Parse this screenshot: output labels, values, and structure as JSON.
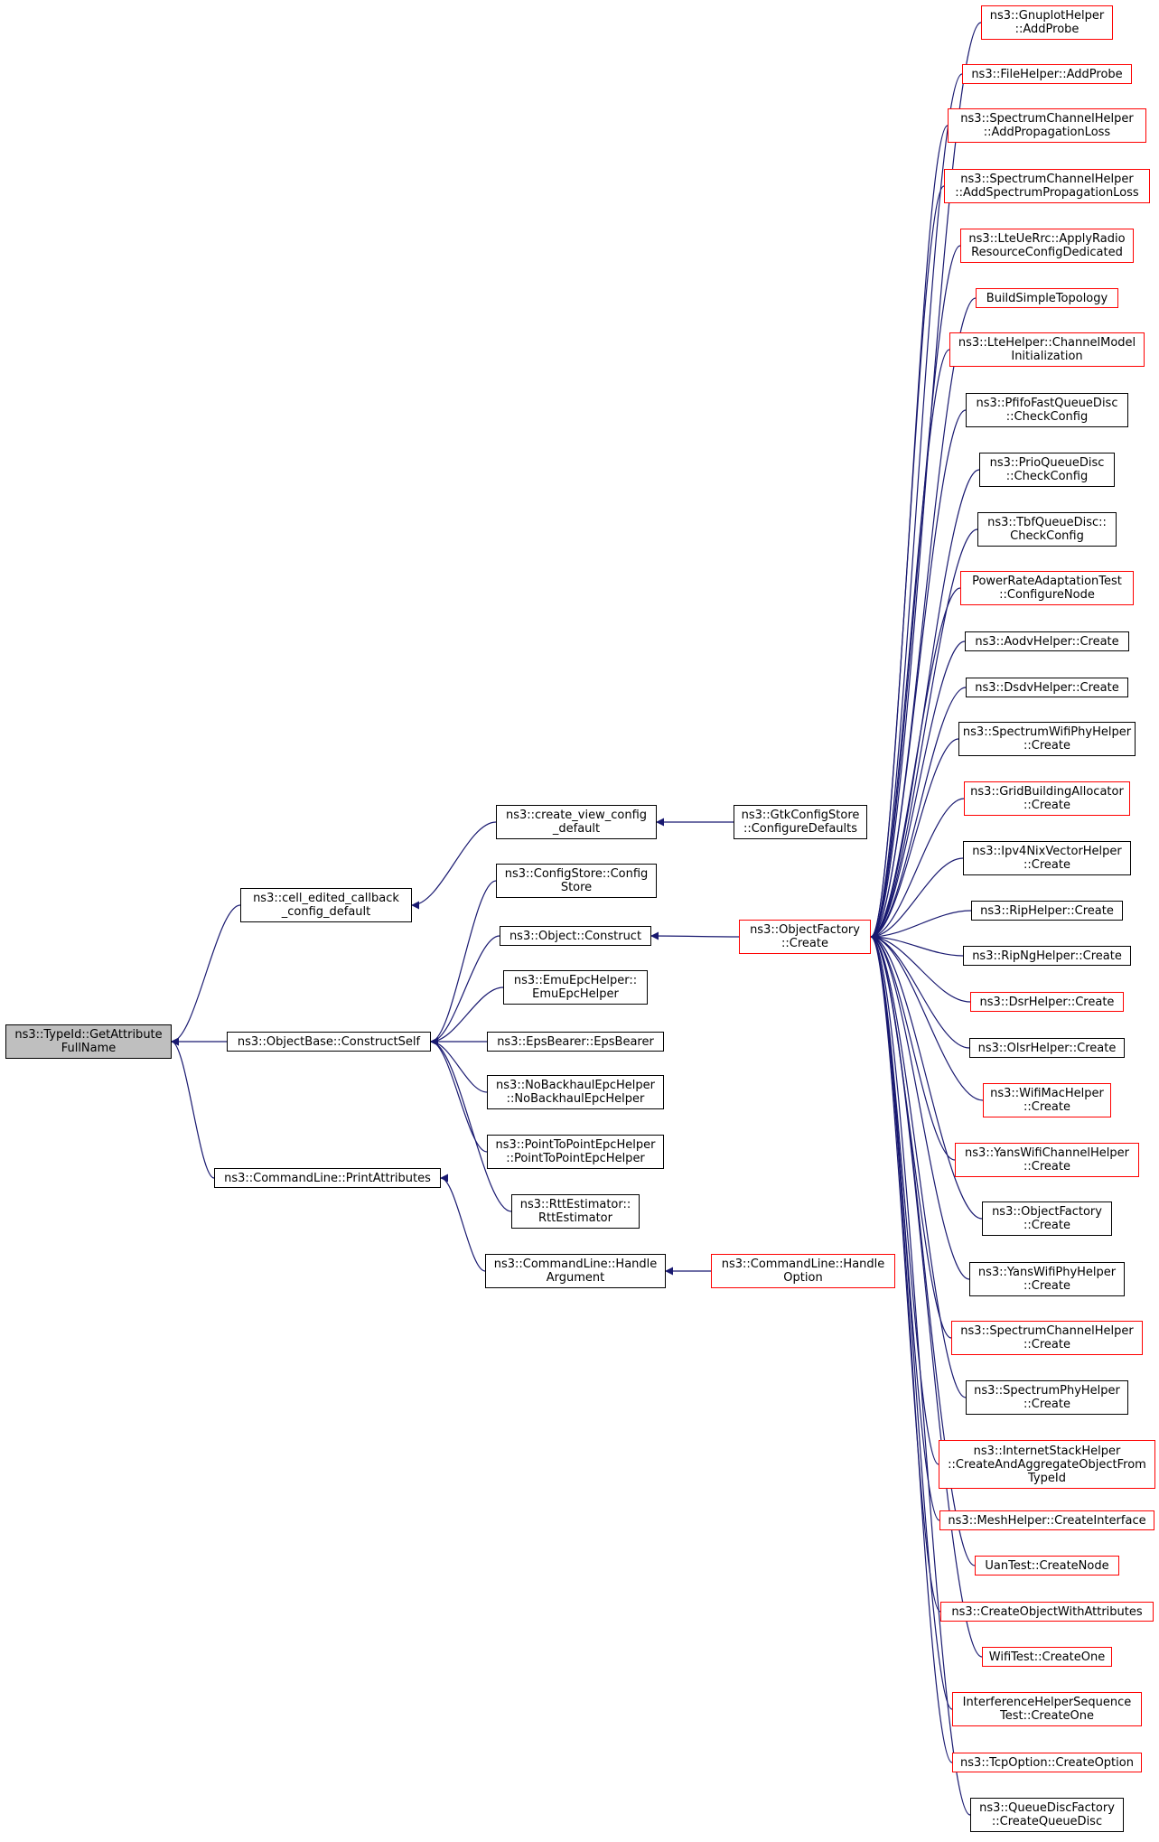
{
  "colors": {
    "edge": "#191970",
    "border_default": "#000000",
    "border_truncated": "#ff0000",
    "root_fill": "#bfbfbf"
  },
  "nodes": [
    {
      "id": "root",
      "lines": [
        "ns3::TypeId::GetAttribute",
        "FullName"
      ],
      "style": "root"
    },
    {
      "id": "cell_edited",
      "lines": [
        "ns3::cell_edited_callback",
        "_config_default"
      ],
      "style": "black"
    },
    {
      "id": "constructself",
      "lines": [
        "ns3::ObjectBase::ConstructSelf"
      ],
      "style": "black"
    },
    {
      "id": "printattributes",
      "lines": [
        "ns3::CommandLine::PrintAttributes"
      ],
      "style": "black"
    },
    {
      "id": "create_view",
      "lines": [
        "ns3::create_view_config",
        "_default"
      ],
      "style": "black"
    },
    {
      "id": "configstore",
      "lines": [
        "ns3::ConfigStore::Config",
        "Store"
      ],
      "style": "black"
    },
    {
      "id": "object_construct",
      "lines": [
        "ns3::Object::Construct"
      ],
      "style": "black"
    },
    {
      "id": "emuepc",
      "lines": [
        "ns3::EmuEpcHelper::",
        "EmuEpcHelper"
      ],
      "style": "black"
    },
    {
      "id": "epsbearer",
      "lines": [
        "ns3::EpsBearer::EpsBearer"
      ],
      "style": "black"
    },
    {
      "id": "nobackhaul",
      "lines": [
        "ns3::NoBackhaulEpcHelper",
        "::NoBackhaulEpcHelper"
      ],
      "style": "black"
    },
    {
      "id": "p2pepc",
      "lines": [
        "ns3::PointToPointEpcHelper",
        "::PointToPointEpcHelper"
      ],
      "style": "black"
    },
    {
      "id": "rttestimator",
      "lines": [
        "ns3::RttEstimator::",
        "RttEstimator"
      ],
      "style": "black"
    },
    {
      "id": "handleargument",
      "lines": [
        "ns3::CommandLine::Handle",
        "Argument"
      ],
      "style": "black"
    },
    {
      "id": "gtkconfig",
      "lines": [
        "ns3::GtkConfigStore",
        "::ConfigureDefaults"
      ],
      "style": "black"
    },
    {
      "id": "objectfactory_create",
      "lines": [
        "ns3::ObjectFactory",
        "::Create"
      ],
      "style": "red"
    },
    {
      "id": "handleoption",
      "lines": [
        "ns3::CommandLine::Handle",
        "Option"
      ],
      "style": "red"
    },
    {
      "id": "r1",
      "lines": [
        "ns3::GnuplotHelper",
        "::AddProbe"
      ],
      "style": "red"
    },
    {
      "id": "r2",
      "lines": [
        "ns3::FileHelper::AddProbe"
      ],
      "style": "red"
    },
    {
      "id": "r3",
      "lines": [
        "ns3::SpectrumChannelHelper",
        "::AddPropagationLoss"
      ],
      "style": "red"
    },
    {
      "id": "r4",
      "lines": [
        "ns3::SpectrumChannelHelper",
        "::AddSpectrumPropagationLoss"
      ],
      "style": "red"
    },
    {
      "id": "r5",
      "lines": [
        "ns3::LteUeRrc::ApplyRadio",
        "ResourceConfigDedicated"
      ],
      "style": "red"
    },
    {
      "id": "r6",
      "lines": [
        "BuildSimpleTopology"
      ],
      "style": "red"
    },
    {
      "id": "r7",
      "lines": [
        "ns3::LteHelper::ChannelModel",
        "Initialization"
      ],
      "style": "red"
    },
    {
      "id": "r8",
      "lines": [
        "ns3::PfifoFastQueueDisc",
        "::CheckConfig"
      ],
      "style": "black"
    },
    {
      "id": "r9",
      "lines": [
        "ns3::PrioQueueDisc",
        "::CheckConfig"
      ],
      "style": "black"
    },
    {
      "id": "r10",
      "lines": [
        "ns3::TbfQueueDisc::",
        "CheckConfig"
      ],
      "style": "black"
    },
    {
      "id": "r11",
      "lines": [
        "PowerRateAdaptationTest",
        "::ConfigureNode"
      ],
      "style": "red"
    },
    {
      "id": "r12",
      "lines": [
        "ns3::AodvHelper::Create"
      ],
      "style": "black"
    },
    {
      "id": "r13",
      "lines": [
        "ns3::DsdvHelper::Create"
      ],
      "style": "black"
    },
    {
      "id": "r14",
      "lines": [
        "ns3::SpectrumWifiPhyHelper",
        "::Create"
      ],
      "style": "black"
    },
    {
      "id": "r15",
      "lines": [
        "ns3::GridBuildingAllocator",
        "::Create"
      ],
      "style": "red"
    },
    {
      "id": "r16",
      "lines": [
        "ns3::Ipv4NixVectorHelper",
        "::Create"
      ],
      "style": "black"
    },
    {
      "id": "r17",
      "lines": [
        "ns3::RipHelper::Create"
      ],
      "style": "black"
    },
    {
      "id": "r18",
      "lines": [
        "ns3::RipNgHelper::Create"
      ],
      "style": "black"
    },
    {
      "id": "r19",
      "lines": [
        "ns3::DsrHelper::Create"
      ],
      "style": "red"
    },
    {
      "id": "r20",
      "lines": [
        "ns3::OlsrHelper::Create"
      ],
      "style": "black"
    },
    {
      "id": "r21",
      "lines": [
        "ns3::WifiMacHelper",
        "::Create"
      ],
      "style": "red"
    },
    {
      "id": "r22",
      "lines": [
        "ns3::YansWifiChannelHelper",
        "::Create"
      ],
      "style": "red"
    },
    {
      "id": "r23",
      "lines": [
        "ns3::ObjectFactory",
        "::Create"
      ],
      "style": "black"
    },
    {
      "id": "r24",
      "lines": [
        "ns3::YansWifiPhyHelper",
        "::Create"
      ],
      "style": "black"
    },
    {
      "id": "r25",
      "lines": [
        "ns3::SpectrumChannelHelper",
        "::Create"
      ],
      "style": "red"
    },
    {
      "id": "r26",
      "lines": [
        "ns3::SpectrumPhyHelper",
        "::Create"
      ],
      "style": "black"
    },
    {
      "id": "r27",
      "lines": [
        "ns3::InternetStackHelper",
        "::CreateAndAggregateObjectFrom",
        "TypeId"
      ],
      "style": "red"
    },
    {
      "id": "r28",
      "lines": [
        "ns3::MeshHelper::CreateInterface"
      ],
      "style": "red"
    },
    {
      "id": "r29",
      "lines": [
        "UanTest::CreateNode"
      ],
      "style": "red"
    },
    {
      "id": "r30",
      "lines": [
        "ns3::CreateObjectWithAttributes"
      ],
      "style": "red"
    },
    {
      "id": "r31",
      "lines": [
        "WifiTest::CreateOne"
      ],
      "style": "red"
    },
    {
      "id": "r32",
      "lines": [
        "InterferenceHelperSequence",
        "Test::CreateOne"
      ],
      "style": "red"
    },
    {
      "id": "r33",
      "lines": [
        "ns3::TcpOption::CreateOption"
      ],
      "style": "red"
    },
    {
      "id": "r34",
      "lines": [
        "ns3::QueueDiscFactory",
        "::CreateQueueDisc"
      ],
      "style": "black"
    }
  ],
  "edges": [
    [
      "cell_edited",
      "root"
    ],
    [
      "constructself",
      "root"
    ],
    [
      "printattributes",
      "root"
    ],
    [
      "create_view",
      "cell_edited"
    ],
    [
      "configstore",
      "constructself"
    ],
    [
      "object_construct",
      "constructself"
    ],
    [
      "emuepc",
      "constructself"
    ],
    [
      "epsbearer",
      "constructself"
    ],
    [
      "nobackhaul",
      "constructself"
    ],
    [
      "p2pepc",
      "constructself"
    ],
    [
      "rttestimator",
      "constructself"
    ],
    [
      "handleargument",
      "printattributes"
    ],
    [
      "gtkconfig",
      "create_view"
    ],
    [
      "objectfactory_create",
      "object_construct"
    ],
    [
      "handleoption",
      "handleargument"
    ],
    [
      "r1",
      "objectfactory_create"
    ],
    [
      "r2",
      "objectfactory_create"
    ],
    [
      "r3",
      "objectfactory_create"
    ],
    [
      "r4",
      "objectfactory_create"
    ],
    [
      "r5",
      "objectfactory_create"
    ],
    [
      "r6",
      "objectfactory_create"
    ],
    [
      "r7",
      "objectfactory_create"
    ],
    [
      "r8",
      "objectfactory_create"
    ],
    [
      "r9",
      "objectfactory_create"
    ],
    [
      "r10",
      "objectfactory_create"
    ],
    [
      "r11",
      "objectfactory_create"
    ],
    [
      "r12",
      "objectfactory_create"
    ],
    [
      "r13",
      "objectfactory_create"
    ],
    [
      "r14",
      "objectfactory_create"
    ],
    [
      "r15",
      "objectfactory_create"
    ],
    [
      "r16",
      "objectfactory_create"
    ],
    [
      "r17",
      "objectfactory_create"
    ],
    [
      "r18",
      "objectfactory_create"
    ],
    [
      "r19",
      "objectfactory_create"
    ],
    [
      "r20",
      "objectfactory_create"
    ],
    [
      "r21",
      "objectfactory_create"
    ],
    [
      "r22",
      "objectfactory_create"
    ],
    [
      "r23",
      "objectfactory_create"
    ],
    [
      "r24",
      "objectfactory_create"
    ],
    [
      "r25",
      "objectfactory_create"
    ],
    [
      "r26",
      "objectfactory_create"
    ],
    [
      "r27",
      "objectfactory_create"
    ],
    [
      "r28",
      "objectfactory_create"
    ],
    [
      "r29",
      "objectfactory_create"
    ],
    [
      "r30",
      "objectfactory_create"
    ],
    [
      "r31",
      "objectfactory_create"
    ],
    [
      "r32",
      "objectfactory_create"
    ],
    [
      "r33",
      "objectfactory_create"
    ],
    [
      "r34",
      "objectfactory_create"
    ]
  ]
}
